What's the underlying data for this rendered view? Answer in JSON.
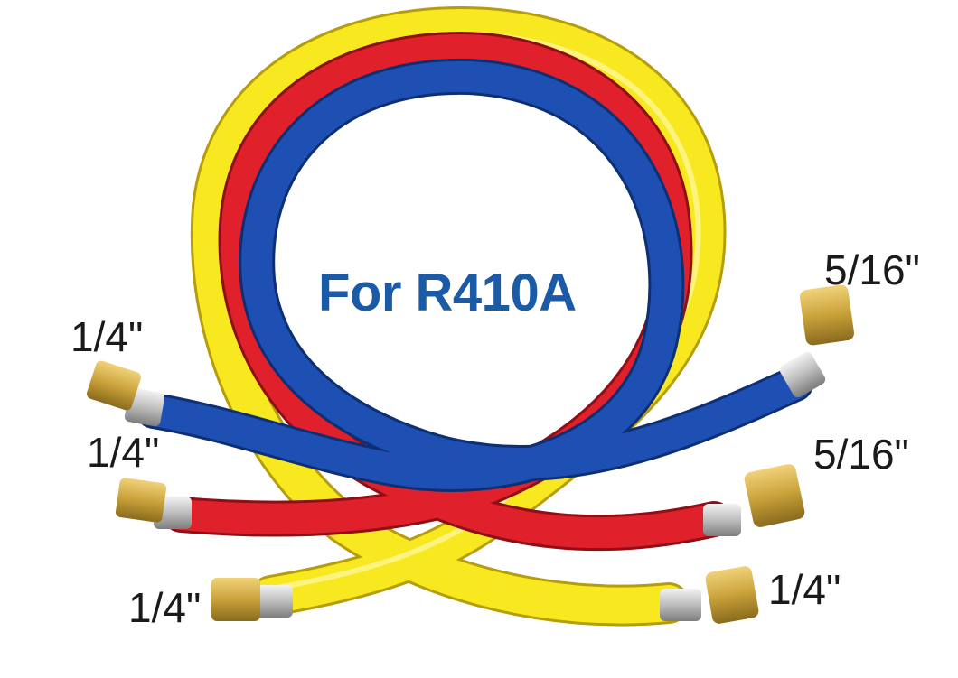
{
  "headline": "For R410A",
  "labels": {
    "blue_left": "1/4\"",
    "red_left": "1/4\"",
    "yellow_left": "1/4\"",
    "blue_right": "5/16\"",
    "red_right": "5/16\"",
    "yellow_right": "1/4\""
  },
  "colors": {
    "headline": "#1b5aa6",
    "blue_hose": "#1e50b4",
    "red_hose": "#e0202a",
    "yellow_hose": "#f7e81f",
    "brass": "#c9a23a"
  }
}
